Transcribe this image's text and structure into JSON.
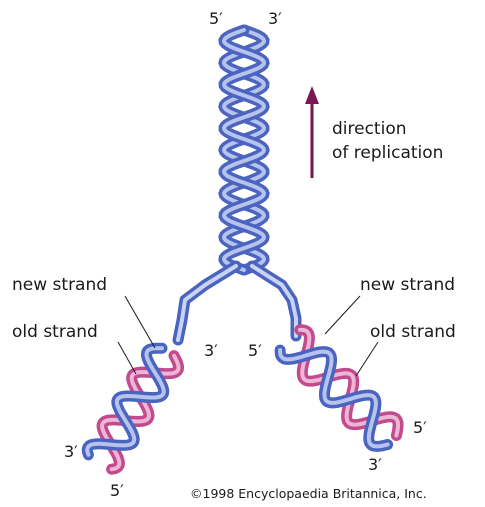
{
  "labels": {
    "direction_line1": "direction",
    "direction_line2": "of replication",
    "new_strand_left": "new strand",
    "old_strand_left": "old strand",
    "new_strand_right": "new strand",
    "old_strand_right": "old strand"
  },
  "ends": {
    "top_5": "5′",
    "top_3": "3′",
    "left_branch_3_top": "3′",
    "left_branch_3_bottom": "3′",
    "left_branch_5_bottom": "5′",
    "right_branch_5_top": "5′",
    "right_branch_5_bottom": "5′",
    "right_branch_3_bottom": "3′"
  },
  "copyright": "©1998 Encyclopaedia Britannica, Inc.",
  "colors": {
    "old_strand": "#4a64c0",
    "old_strand_light": "#c9d4f4",
    "new_strand": "#c24a8e",
    "new_strand_light": "#f4c9e1",
    "arrow": "#7a1650",
    "text": "#1a1a1a"
  }
}
